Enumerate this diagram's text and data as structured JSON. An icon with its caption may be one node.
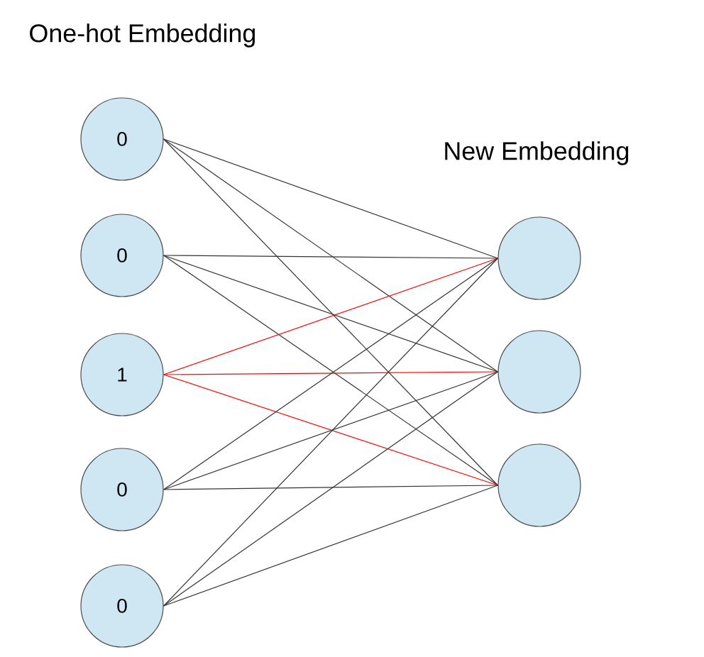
{
  "diagram": {
    "nodes": [
      {
        "text": [
          "0"
        ]
      },
      {
        "text": [
          "0"
        ]
      },
      {
        "text": [
          "1"
        ]
      },
      {
        "text": [
          "0"
        ]
      },
      {
        "text": [
          "0"
        ]
      },
      {
        "text": [],
        "shape": "circle"
      },
      {
        "text": [],
        "shape": "circle"
      },
      {
        "text": [],
        "shape": "circle"
      }
    ],
    "edges": [
      {
        "from": 0,
        "to": 5,
        "arrow": "none"
      },
      {
        "from": 0,
        "to": 6,
        "arrow": "none"
      },
      {
        "from": 0,
        "to": 7,
        "arrow": "none"
      },
      {
        "from": 1,
        "to": 5,
        "arrow": "none"
      },
      {
        "from": 1,
        "to": 6,
        "arrow": "none"
      },
      {
        "from": 1,
        "to": 7,
        "arrow": "none"
      },
      {
        "from": 2,
        "to": 5,
        "arrow": "none",
        "color": "#ff0000"
      },
      {
        "from": 2,
        "to": 6,
        "arrow": "none",
        "color": "#ff0000"
      },
      {
        "from": 2,
        "to": 7,
        "arrow": "none",
        "color": "#ff0000"
      },
      {
        "from": 3,
        "to": 5,
        "arrow": "none"
      },
      {
        "from": 3,
        "to": 6,
        "arrow": "none"
      },
      {
        "from": 3,
        "to": 7,
        "arrow": "none"
      },
      {
        "from": 4,
        "to": 5,
        "arrow": "none"
      },
      {
        "from": 4,
        "to": 6,
        "arrow": "none"
      },
      {
        "from": 4,
        "to": 7,
        "arrow": "none"
      }
    ],
    "labels": [
      "One-hot Embedding",
      "New Embedding"
    ]
  }
}
